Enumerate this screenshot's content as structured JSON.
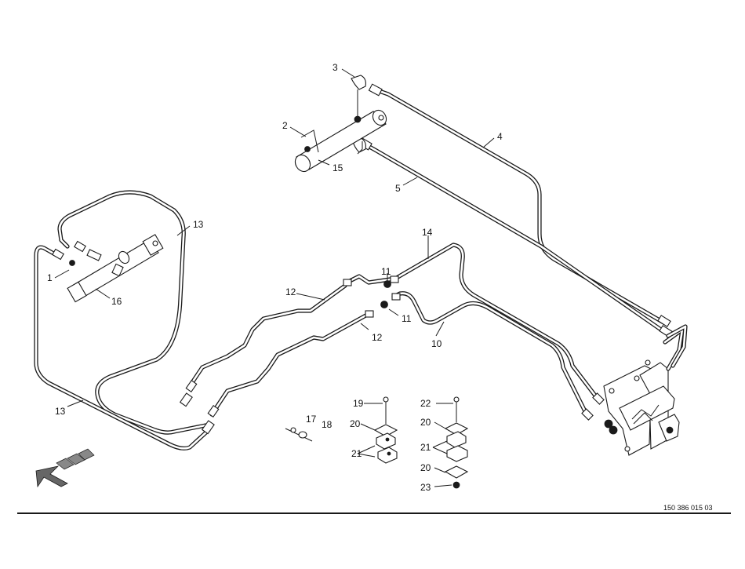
{
  "callouts": {
    "c1": "1",
    "c2": "2",
    "c3": "3",
    "c4": "4",
    "c5": "5",
    "c10": "10",
    "c11a": "11",
    "c11b": "11",
    "c12a": "12",
    "c12b": "12",
    "c13a": "13",
    "c13b": "13",
    "c14": "14",
    "c15": "15",
    "c16": "16",
    "c17": "17",
    "c18": "18",
    "c19": "19",
    "c20a": "20",
    "c20b": "20",
    "c20c": "20",
    "c21a": "21",
    "c21b": "21",
    "c22": "22",
    "c23": "23"
  },
  "drawing_number": "150 386 015 03",
  "icons": {
    "direction_arrow": "direction-arrow-icon"
  }
}
